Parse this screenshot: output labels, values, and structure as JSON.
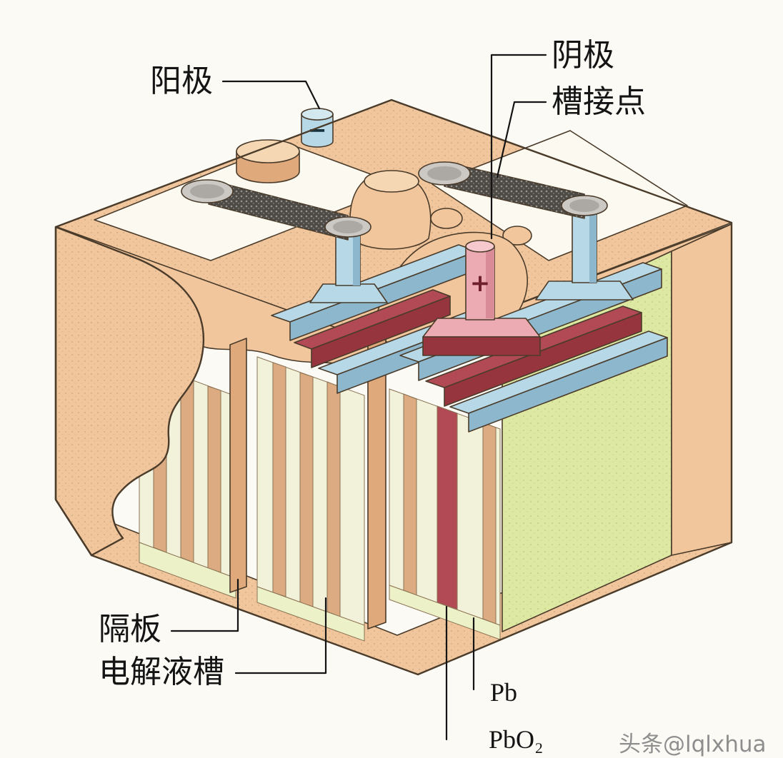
{
  "figure": {
    "type": "cutaway-diagram",
    "subject": "lead-acid storage battery cross section",
    "callouts": {
      "anode": "阳极",
      "cathode": "阴极",
      "cell_connector": "槽接点",
      "separator": "隔板",
      "electrolyte_tank": "电解液槽",
      "pb_plate": "Pb",
      "pbo2_plate": "PbO₂"
    },
    "markings": {
      "negative_terminal": "−",
      "positive_terminal": "+"
    },
    "watermark": "头条@lqlxhua"
  },
  "colors": {
    "background": "#fbfaf5",
    "case_tan": "#f1c69c",
    "case_tan_dark": "#dfa97c",
    "case_tan_light": "#f6d7b4",
    "top_white": "#fbf9f0",
    "electrolyte_green": "#dde8a2",
    "electrolyte_light": "#ecf1c8",
    "plate_cream": "#f2f2da",
    "plate_tan": "#dcab82",
    "plate_red": "#b24a56",
    "plate_red_dark": "#97353f",
    "strap_blue": "#b7d9e7",
    "strap_blue_dark": "#8db7cc",
    "post_pink": "#ecaab2",
    "post_pink_light": "#f5c9cd",
    "connector_gray": "#4e4a46",
    "cap_gray": "#ccc9c5",
    "cap_gray_dark": "#aca9a5",
    "outline": "#4a3b2a",
    "label_color": "#141414",
    "watermark_color": "#8e8e8e"
  }
}
